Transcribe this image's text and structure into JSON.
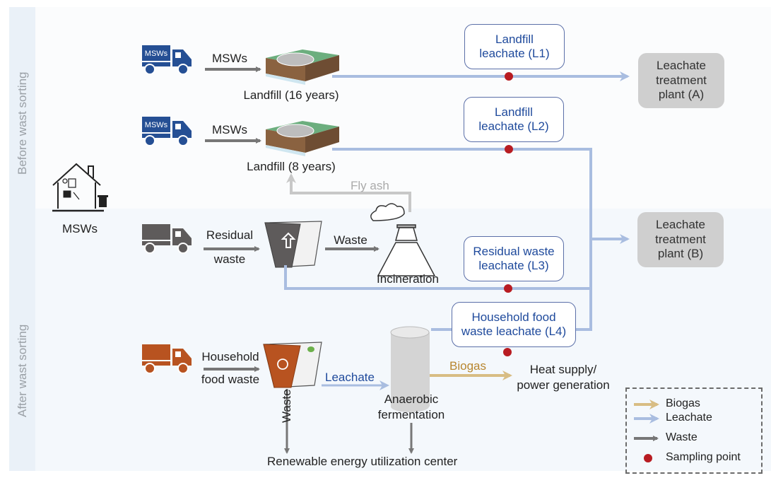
{
  "sections": {
    "before": "Before wast sorting",
    "after": "After wast sorting"
  },
  "source": {
    "label": "MSWs",
    "icon": "house-waste-icon"
  },
  "trucks": [
    {
      "label": "MSWs",
      "color": "#254f94",
      "icon": "truck-icon"
    },
    {
      "label": "MSWs",
      "color": "#254f94",
      "icon": "truck-icon"
    },
    {
      "label": "",
      "color": "#5e5b5b",
      "icon": "truck-recycle-icon"
    },
    {
      "label": "",
      "color": "#b85320",
      "icon": "truck-food-icon"
    }
  ],
  "flows": {
    "msw1": "MSWs",
    "msw2": "MSWs",
    "residual": [
      "Residual",
      "waste"
    ],
    "waste_to_incin": "Waste",
    "household": [
      "Household",
      "food waste"
    ],
    "leachate": "Leachate",
    "biogas": "Biogas",
    "waste_down": "Waste",
    "fly_ash": "Fly ash"
  },
  "nodes": {
    "landfill16": "Landfill (16 years)",
    "landfill8": "Landfill (8 years)",
    "incineration": "Incineration",
    "anaerobic": [
      "Anaerobic",
      "fermentation"
    ],
    "heat": [
      "Heat supply/",
      "power generation"
    ],
    "renewable": "Renewable energy utilization center"
  },
  "leachate_boxes": [
    {
      "id": "L1",
      "lines": [
        "Landfill",
        "leachate (L1)"
      ]
    },
    {
      "id": "L2",
      "lines": [
        "Landfill",
        "leachate (L2)"
      ]
    },
    {
      "id": "L3",
      "lines": [
        "Residual waste",
        "leachate (L3)"
      ]
    },
    {
      "id": "L4",
      "lines": [
        "Household food",
        "waste leachate (L4)"
      ]
    }
  ],
  "plants": [
    {
      "lines": [
        "Leachate",
        "treatment",
        "plant (A)"
      ]
    },
    {
      "lines": [
        "Leachate",
        "treatment",
        "plant (B)"
      ]
    }
  ],
  "legend": [
    {
      "label": "Biogas",
      "type": "arrow",
      "color": "#d8bd84"
    },
    {
      "label": "Leachate",
      "type": "arrow",
      "color": "#a9bde0"
    },
    {
      "label": "Waste",
      "type": "arrow",
      "color": "#777777"
    },
    {
      "label": "Sampling point",
      "type": "dot",
      "color": "#b81c22"
    }
  ],
  "colors": {
    "leachate": "#a9bde0",
    "waste": "#777777",
    "biogas": "#d8bd84",
    "flyash": "#c8c8c8",
    "sampling": "#b81c22"
  }
}
